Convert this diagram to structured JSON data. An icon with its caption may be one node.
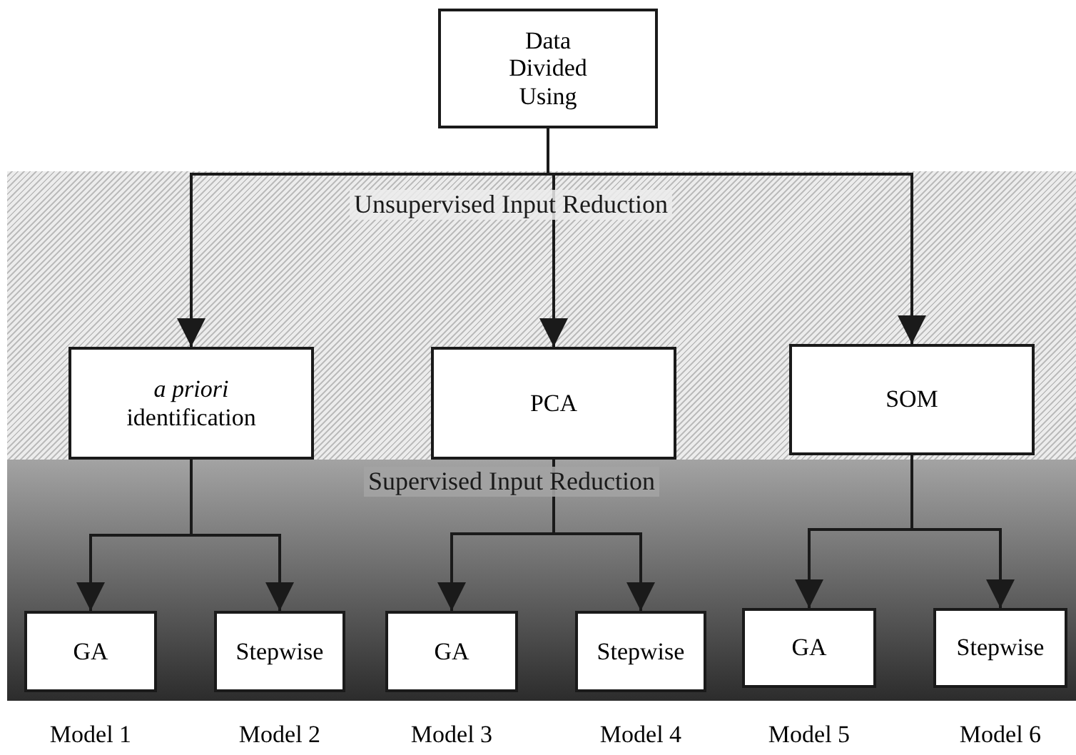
{
  "diagram": {
    "nodes": [
      {
        "text": [
          "Data Divided Using"
        ]
      },
      {
        "text": [
          "Unsupervised Input Reduction"
        ]
      },
      {
        "text": [
          "*a priori* identification"
        ],
        "in": 1
      },
      {
        "text": [
          "PCA"
        ],
        "in": 1
      },
      {
        "text": [
          "SOM"
        ],
        "in": 1
      },
      {
        "text": [
          "Supervised Input Reduction"
        ]
      },
      {
        "text": [
          "GA"
        ],
        "in": 5,
        "beside": [
          "Model 1"
        ]
      },
      {
        "text": [
          "Stepwise"
        ],
        "in": 5,
        "beside": [
          "Model 2"
        ]
      },
      {
        "text": [
          "GA"
        ],
        "in": 5,
        "beside": [
          "Model 3"
        ]
      },
      {
        "text": [
          "Stepwise"
        ],
        "in": 5,
        "beside": [
          "Model 4"
        ]
      },
      {
        "text": [
          "GA"
        ],
        "in": 5,
        "beside": [
          "Model 5"
        ]
      },
      {
        "text": [
          "Stepwise"
        ],
        "in": 5,
        "beside": [
          "Model 6"
        ]
      }
    ],
    "edges": [
      {
        "from": 0,
        "to": 2,
        "arrow": "to"
      },
      {
        "from": 0,
        "to": 3,
        "arrow": "to"
      },
      {
        "from": 0,
        "to": 4,
        "arrow": "to"
      },
      {
        "from": 2,
        "to": 6,
        "arrow": "to"
      },
      {
        "from": 2,
        "to": 7,
        "arrow": "to"
      },
      {
        "from": 3,
        "to": 8,
        "arrow": "to"
      },
      {
        "from": 3,
        "to": 9,
        "arrow": "to"
      },
      {
        "from": 4,
        "to": 10,
        "arrow": "to"
      },
      {
        "from": 4,
        "to": 11,
        "arrow": "to"
      }
    ]
  }
}
